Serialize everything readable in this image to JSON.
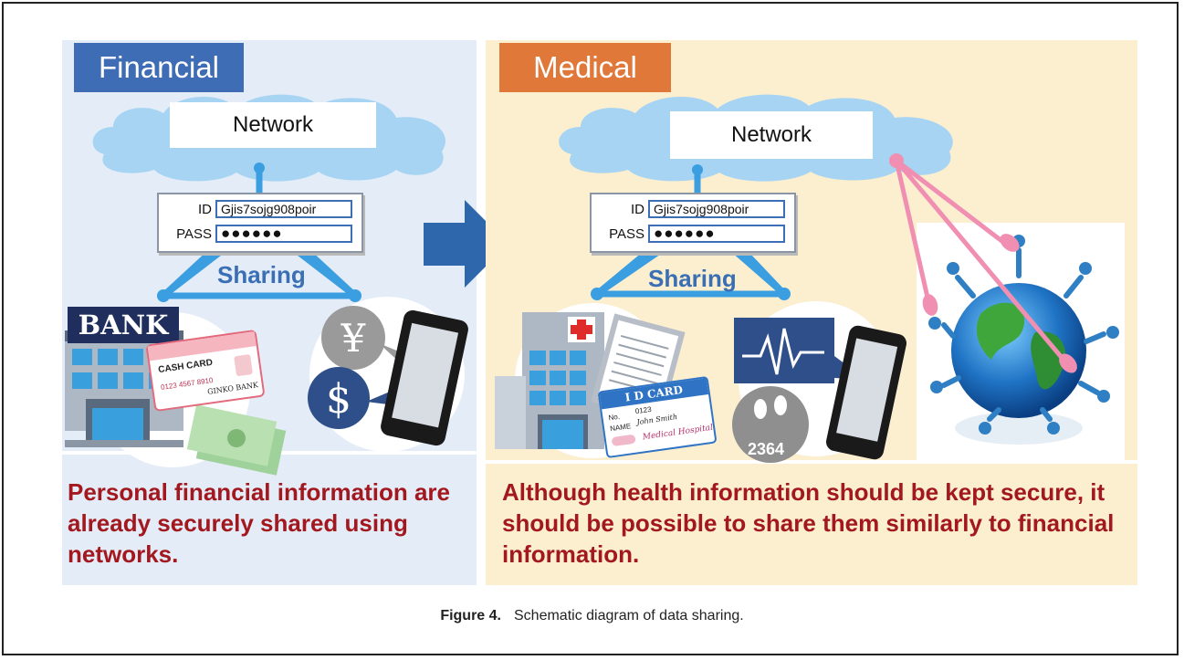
{
  "financial": {
    "tab_label": "Financial",
    "network_label": "Network",
    "credentials": {
      "id_label": "ID",
      "id_value": "Gjis7sojg908poir",
      "pass_label": "PASS",
      "pass_value": "●●●●●●"
    },
    "sharing_label": "Sharing",
    "bank_sign": "BANK",
    "card_text": "CASH CARD",
    "card_number": "0123 4567 8910",
    "card_bank": "GINKO BANK",
    "caption": "Personal financial information are already securely shared using networks."
  },
  "medical": {
    "tab_label": "Medical",
    "network_label": "Network",
    "credentials": {
      "id_label": "ID",
      "id_value": "Gjis7sojg908poir",
      "pass_label": "PASS",
      "pass_value": "●●●●●●"
    },
    "sharing_label": "Sharing",
    "id_card_title": "I D CARD",
    "id_card_no_label": "No.",
    "id_card_no_value": "0123",
    "id_card_name_label": "NAME",
    "id_card_name_value": "John Smith",
    "id_card_hospital": "Medical Hospital",
    "step_count": "2364",
    "caption": "Although health information should be kept secure, it should be possible to share them similarly to financial information."
  },
  "figure": {
    "number": "Figure 4.",
    "caption": "Schematic diagram of data sharing."
  },
  "colors": {
    "financial_tab": "#3e6cb5",
    "medical_tab": "#e0783a",
    "financial_bg": "#e3ecf7",
    "medical_bg": "#fbefd0",
    "cloud": "#a7d4f2",
    "link_blue": "#3b9ee0",
    "arrow": "#2f67ad",
    "caption_red": "#a3181e",
    "pink_link": "#f08fb2"
  }
}
